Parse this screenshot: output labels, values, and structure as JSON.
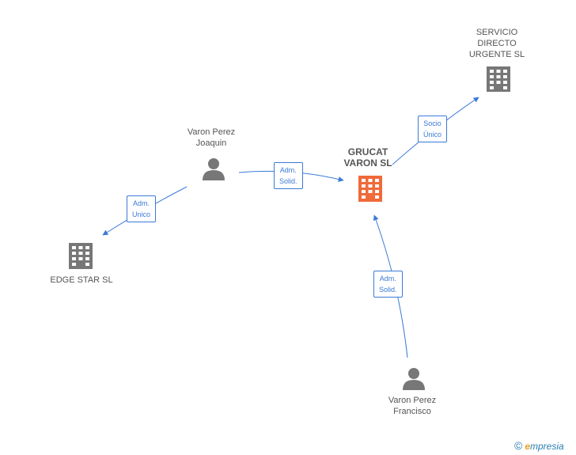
{
  "colors": {
    "accent": "#3a7ad6",
    "main_company": "#f06a3a",
    "company": "#777777",
    "person": "#777777",
    "text": "#555555"
  },
  "nodes": {
    "grucat": {
      "line1": "GRUCAT",
      "line2": "VARON SL",
      "icon": "building-icon"
    },
    "servicio": {
      "line1": "SERVICIO",
      "line2": "DIRECTO",
      "line3": "URGENTE SL",
      "icon": "building-icon"
    },
    "edge_star": {
      "line1": "EDGE STAR SL",
      "icon": "building-icon"
    },
    "joaquin": {
      "line1": "Varon Perez",
      "line2": "Joaquin",
      "icon": "person-icon"
    },
    "francisco": {
      "line1": "Varon Perez",
      "line2": "Francisco",
      "icon": "person-icon"
    }
  },
  "edges": {
    "joaquin_grucat": {
      "line1": "Adm.",
      "line2": "Solid."
    },
    "joaquin_edge": {
      "line1": "Adm.",
      "line2": "Unico"
    },
    "grucat_servicio": {
      "line1": "Socio",
      "line2": "Único"
    },
    "francisco_grucat": {
      "line1": "Adm.",
      "line2": "Solid."
    }
  },
  "footer": {
    "copyright": "©",
    "brand_e": "e",
    "brand_rest": "mpresia"
  }
}
